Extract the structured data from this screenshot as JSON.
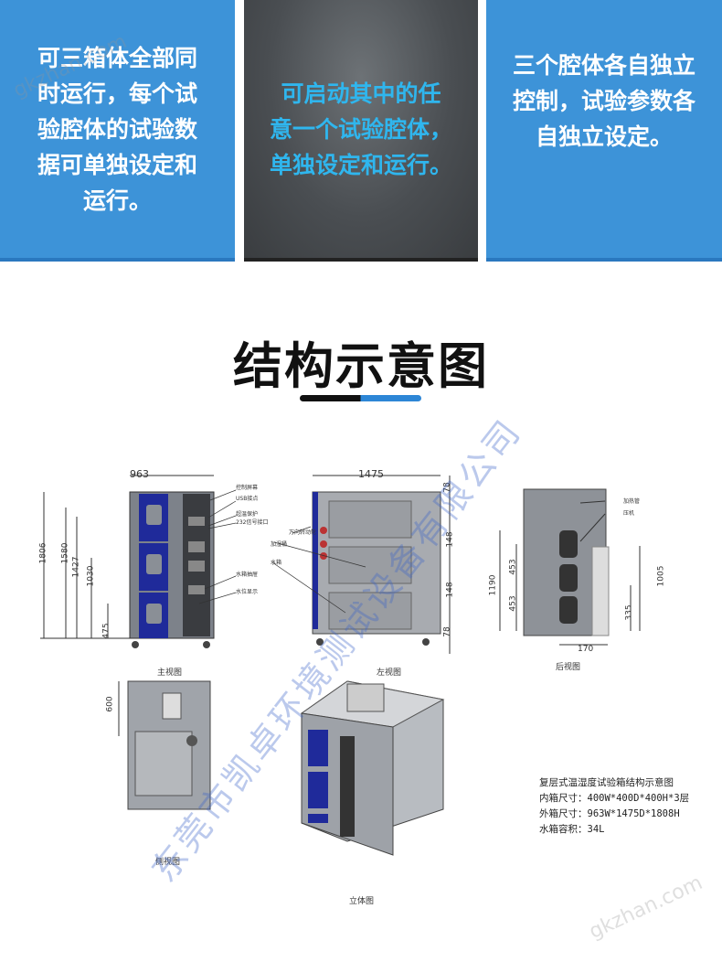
{
  "panels": [
    {
      "lines": [
        "可三箱体全部同",
        "时运行，每个试",
        "验腔体的试验数",
        "据可单独设定和",
        "运行。"
      ]
    },
    {
      "lines": [
        "可启动其中的任",
        "意一个试验腔体，",
        "单独设定和运行。"
      ]
    },
    {
      "lines": [
        "三个腔体各自独立",
        "控制，试验参数各",
        "自独立设定。"
      ]
    }
  ],
  "section_title": "结构示意图",
  "front_view": {
    "caption": "主视图",
    "width": "963",
    "dims": [
      "1806",
      "1580",
      "1427",
      "1030",
      "475"
    ],
    "labels": [
      "控制屏幕",
      "USB接点",
      "超温保护",
      "232信号接口",
      "水箱抽屉",
      "水位显示"
    ]
  },
  "left_view": {
    "caption": "左视图",
    "width": "1475",
    "dims": [
      "78",
      "148",
      "148",
      "78"
    ],
    "labels": [
      "万向转动轮",
      "加湿桶",
      "水箱"
    ]
  },
  "rear_view": {
    "caption": "后视图",
    "dims": [
      "1190",
      "453",
      "453",
      "1005",
      "335",
      "170"
    ],
    "labels": [
      "加热管",
      "压机"
    ]
  },
  "side_view": {
    "caption": "侧视图",
    "dims": [
      "600"
    ]
  },
  "iso_view": {
    "caption": "立体图"
  },
  "specs": [
    "复层式温湿度试验箱结构示意图",
    "内箱尺寸：400W*400D*400H*3层",
    "外箱尺寸：963W*1475D*1808H",
    "水箱容积：34L"
  ],
  "watermark": "东莞市凯卓环境测试设备有限公司",
  "site_watermark": "gkzhan.com"
}
